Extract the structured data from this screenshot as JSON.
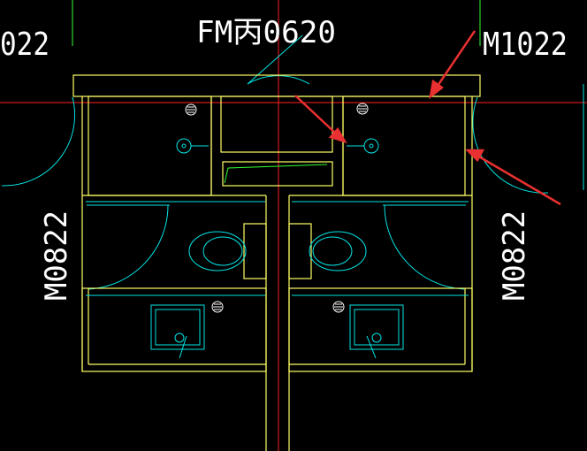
{
  "labels": {
    "fm_label": "FM丙0620",
    "left_top_label": "022",
    "m1022_label": "M1022",
    "m0822_left": "M0822",
    "m0822_right": "M0822"
  },
  "colors": {
    "background": "#000000",
    "wall_yellow": "#ffff66",
    "fixture_cyan": "#00e5e5",
    "axis_red": "#ff2020",
    "accent_green": "#33ff33",
    "arrow_red": "#e83030",
    "text_white": "#ffffff"
  },
  "icons": {
    "arrow": "arrow-pointer",
    "floor_drain": "floor-drain-symbol"
  }
}
